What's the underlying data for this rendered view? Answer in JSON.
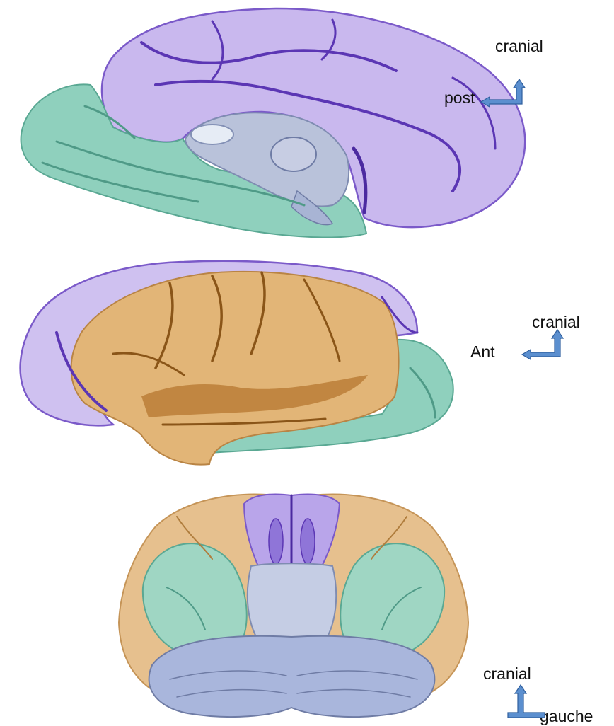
{
  "colors": {
    "background": "#ffffff",
    "purple_region": "#c9b8ee",
    "purple_dark": "#6a3fc0",
    "green_region": "#8fd0bd",
    "green_dark": "#4f9a87",
    "orange_region": "#e2b577",
    "orange_dark": "#a86f2a",
    "center_structures": "#b9c2da",
    "cerebellum": "#a9b6dc",
    "arrow_fill": "#5b8fcf",
    "arrow_stroke": "#2f5f9e"
  },
  "views": {
    "medial": {
      "orientation": {
        "up_label": "cranial",
        "side_label": "post"
      }
    },
    "lateral": {
      "orientation": {
        "up_label": "cranial",
        "side_label": "Ant"
      }
    },
    "basal": {
      "orientation": {
        "up_label": "cranial",
        "side_label": "gauche"
      }
    }
  }
}
